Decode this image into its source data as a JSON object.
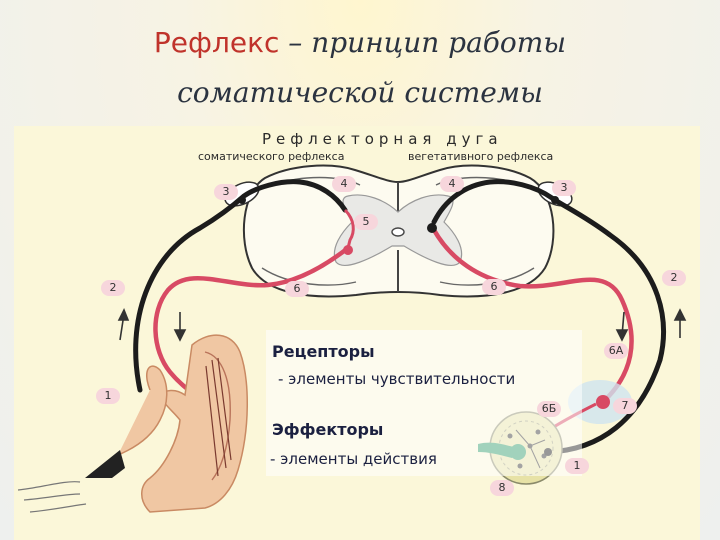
{
  "title": {
    "word": "Рефлекс",
    "dash": " – ",
    "line1_rest": "принцип работы",
    "line2": "соматической системы"
  },
  "diagram": {
    "header": "Рефлекторная дуга",
    "sub_left": "соматического рефлекса",
    "sub_right": "вегетативного рефлекса",
    "markers": {
      "l1": "1",
      "l2": "2",
      "l3": "3",
      "l4": "4",
      "l5": "5",
      "l6": "6",
      "r1": "1",
      "r2": "2",
      "r3": "3",
      "r4": "4",
      "r6": "6",
      "r6a": "6А",
      "r6b": "6Б",
      "r7": "7",
      "r8": "8"
    }
  },
  "legend": {
    "receptors_title": "Рецепторы",
    "receptors_desc": "- элементы чувствительности",
    "effectors_title": "Эффекторы",
    "effectors_desc": "- элементы действия"
  },
  "colors": {
    "title_accent": "#c0332b",
    "sensory_path": "#d84a64",
    "motor_path": "#1c1c1c",
    "marker_fill": "#f7d6dc",
    "muscle": "#f0c7a3"
  }
}
